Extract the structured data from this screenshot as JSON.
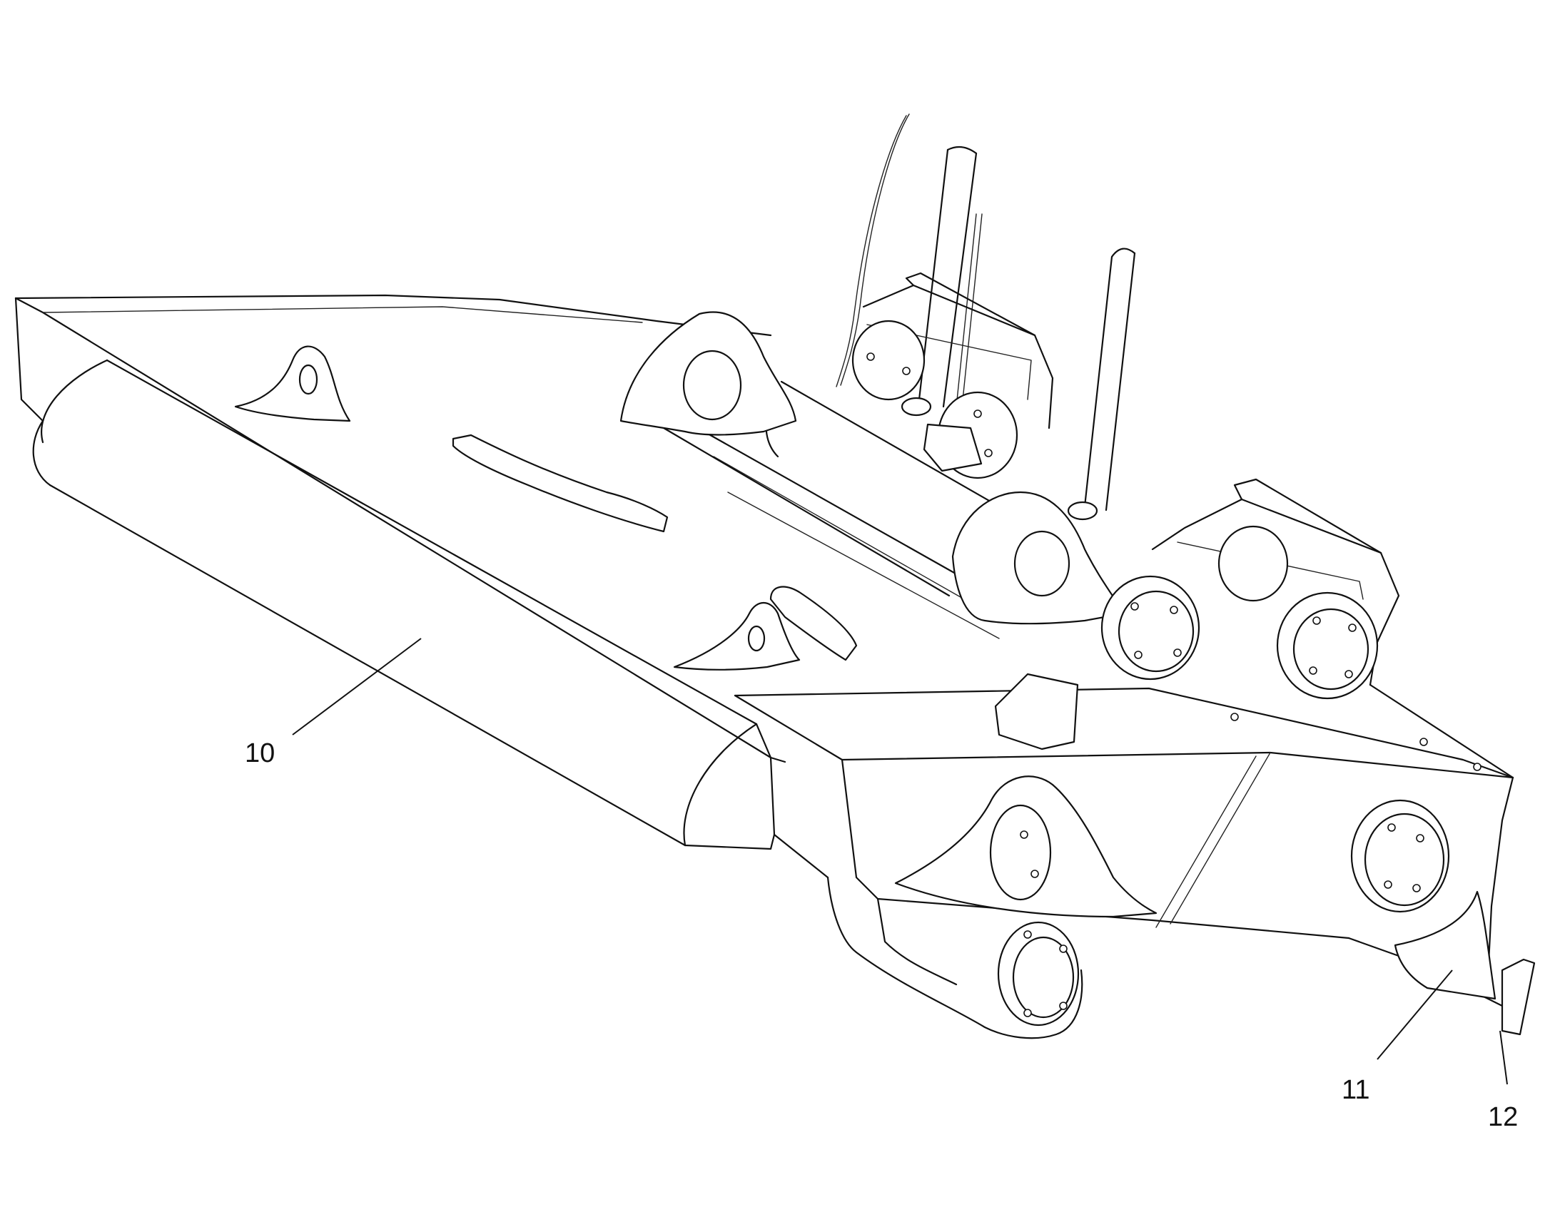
{
  "callouts": [
    {
      "id": "10",
      "label": "10"
    },
    {
      "id": "11",
      "label": "11"
    },
    {
      "id": "12",
      "label": "12"
    }
  ],
  "colors": {
    "line": "#111111",
    "background": "#ffffff"
  }
}
